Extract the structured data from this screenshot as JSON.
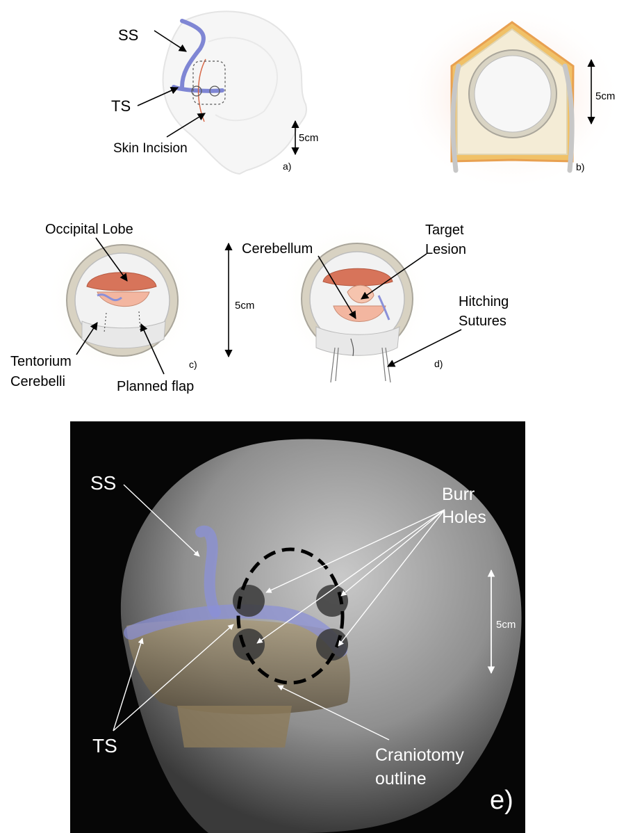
{
  "panel_a": {
    "ss": "SS",
    "ts": "TS",
    "skin_incision": "Skin Incision",
    "scale": "5cm",
    "tag": "a)"
  },
  "panel_b": {
    "scale": "5cm",
    "tag": "b)"
  },
  "panel_c": {
    "occipital_lobe": "Occipital Lobe",
    "tentorium_line1": "Tentorium",
    "tentorium_line2": "Cerebelli",
    "planned_flap": "Planned flap",
    "scale": "5cm",
    "tag": "c)"
  },
  "panel_d": {
    "cerebellum": "Cerebellum",
    "target_line1": "Target",
    "target_line2": "Lesion",
    "hitching_line1": "Hitching",
    "hitching_line2": "Sutures",
    "tag": "d)"
  },
  "panel_e": {
    "ss": "SS",
    "ts": "TS",
    "burr_line1": "Burr",
    "burr_line2": "Holes",
    "cran_line1": "Craniotomy",
    "cran_line2": "outline",
    "scale": "5cm",
    "tag": "e)"
  },
  "colors": {
    "sinus": "#8a90d8",
    "artery": "#c8603a",
    "brain": "#f0b49c",
    "bone": "#d8d2c2",
    "ct_background": "#060606"
  }
}
